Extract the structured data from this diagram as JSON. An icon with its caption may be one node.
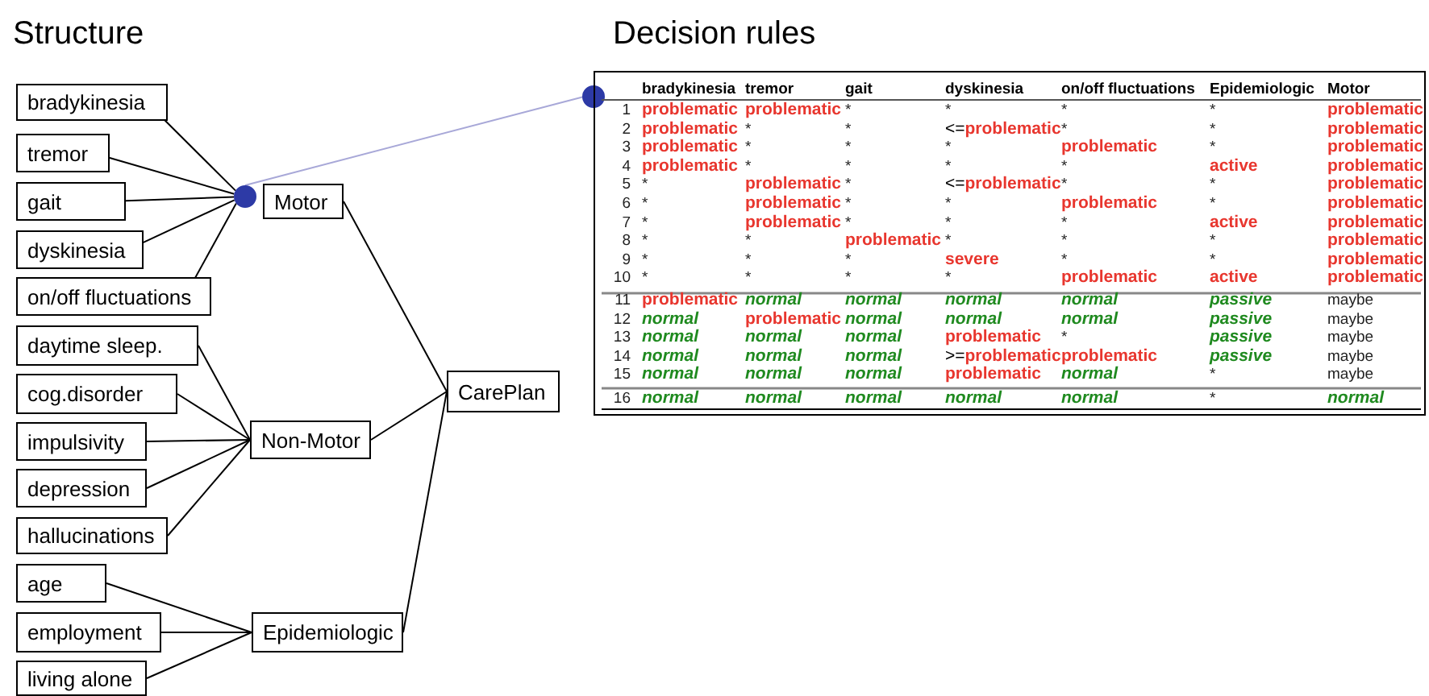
{
  "diagram": {
    "nodes": [
      {
        "text": [
          "bradykinesia"
        ]
      },
      {
        "text": [
          "tremor"
        ]
      },
      {
        "text": [
          "gait"
        ]
      },
      {
        "text": [
          "dyskinesia"
        ]
      },
      {
        "text": [
          "on/off fluctuations"
        ]
      },
      {
        "text": [
          "Motor"
        ]
      },
      {
        "text": [
          "daytime sleep."
        ]
      },
      {
        "text": [
          "cog.disorder"
        ]
      },
      {
        "text": [
          "impulsivity"
        ]
      },
      {
        "text": [
          "depression"
        ]
      },
      {
        "text": [
          "hallucinations"
        ]
      },
      {
        "text": [
          "Non-Motor"
        ]
      },
      {
        "text": [
          "age"
        ]
      },
      {
        "text": [
          "employment"
        ]
      },
      {
        "text": [
          "living alone"
        ]
      },
      {
        "text": [
          "Epidemiologic"
        ]
      },
      {
        "text": [
          "CarePlan"
        ]
      },
      {
        "text": [],
        "shape": "circle"
      },
      {
        "text": [],
        "shape": "circle"
      }
    ],
    "edges": [
      {
        "from": 0,
        "to": 17,
        "arrow": "none"
      },
      {
        "from": 1,
        "to": 17,
        "arrow": "none"
      },
      {
        "from": 2,
        "to": 17,
        "arrow": "none"
      },
      {
        "from": 3,
        "to": 17,
        "arrow": "none"
      },
      {
        "from": 4,
        "to": 17,
        "arrow": "none"
      },
      {
        "from": 5,
        "to": 16,
        "arrow": "none"
      },
      {
        "from": 6,
        "to": 11,
        "arrow": "none"
      },
      {
        "from": 7,
        "to": 11,
        "arrow": "none"
      },
      {
        "from": 8,
        "to": 11,
        "arrow": "none"
      },
      {
        "from": 9,
        "to": 11,
        "arrow": "none"
      },
      {
        "from": 10,
        "to": 11,
        "arrow": "none"
      },
      {
        "from": 11,
        "to": 16,
        "arrow": "none"
      },
      {
        "from": 12,
        "to": 15,
        "arrow": "none"
      },
      {
        "from": 13,
        "to": 15,
        "arrow": "none"
      },
      {
        "from": 14,
        "to": 15,
        "arrow": "none"
      },
      {
        "from": 15,
        "to": 16,
        "arrow": "none"
      },
      {
        "from": 17,
        "to": 18,
        "arrow": "none",
        "color": "#a8a8d8"
      }
    ],
    "labels": [
      "Structure",
      "Decision rules",
      "bradykinesia",
      "tremor",
      "gait",
      "dyskinesia",
      "on/off fluctuations",
      "Epidemiologic",
      "Motor",
      "1",
      "problematic",
      "problematic",
      "*",
      "*",
      "*",
      "*",
      "problematic",
      "2",
      "problematic",
      "*",
      "*",
      "<=problematic",
      "*",
      "*",
      "problematic",
      "3",
      "problematic",
      "*",
      "*",
      "*",
      "problematic",
      "*",
      "problematic",
      "4",
      "problematic",
      "*",
      "*",
      "*",
      "*",
      "active",
      "problematic",
      "5",
      "*",
      "problematic",
      "*",
      "<=problematic",
      "*",
      "*",
      "problematic",
      "6",
      "*",
      "problematic",
      "*",
      "*",
      "problematic",
      "*",
      "problematic",
      "7",
      "*",
      "problematic",
      "*",
      "*",
      "*",
      "active",
      "problematic",
      "8",
      "*",
      "*",
      "problematic",
      "*",
      "*",
      "*",
      "problematic",
      "9",
      "*",
      "*",
      "*",
      "severe",
      "*",
      "*",
      "problematic",
      "10",
      "*",
      "*",
      "*",
      "*",
      "problematic",
      "active",
      "problematic",
      "11",
      "problematic",
      "normal",
      "normal",
      "normal",
      "normal",
      "passive",
      "maybe",
      "12",
      "normal",
      "problematic",
      "normal",
      "normal",
      "normal",
      "passive",
      "maybe",
      "13",
      "normal",
      "normal",
      "normal",
      "problematic",
      "*",
      "passive",
      "maybe",
      "14",
      "normal",
      "normal",
      "normal",
      ">=problematic",
      "problematic",
      "passive",
      "maybe",
      "15",
      "normal",
      "normal",
      "normal",
      "problematic",
      "normal",
      "*",
      "maybe",
      "16",
      "normal",
      "normal",
      "normal",
      "normal",
      "normal",
      "*",
      "normal"
    ]
  }
}
